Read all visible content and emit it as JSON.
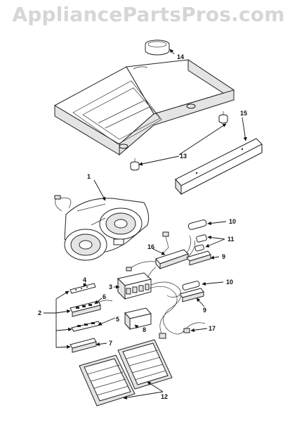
{
  "watermark": "AppliancePartsPros.com",
  "callouts": {
    "c1": "1",
    "c2": "2",
    "c3": "3",
    "c4": "4",
    "c5": "5",
    "c6": "6",
    "c7": "7",
    "c8": "8",
    "c9a": "9",
    "c9b": "9",
    "c10a": "10",
    "c10b": "10",
    "c11": "11",
    "c12": "12",
    "c13": "13",
    "c14": "14",
    "c15": "15",
    "c16": "16",
    "c17": "17"
  }
}
